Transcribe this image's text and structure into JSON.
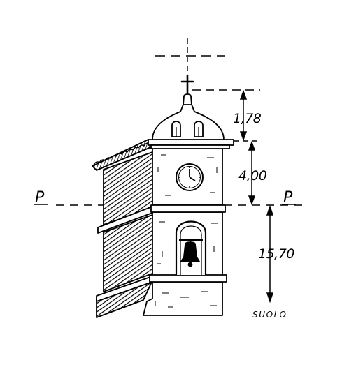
{
  "drawing": {
    "plane_label_left": "P",
    "plane_label_right": "P",
    "ground_label": "SUOLO",
    "dimensions": {
      "cupola_height": "1,78",
      "upper_storey_height": "4,00",
      "plane_above_ground": "15,70"
    }
  },
  "colors": {
    "ink": "#000000",
    "paper": "#ffffff"
  },
  "icons": {
    "finial": "cross-icon",
    "clock": "clock-icon",
    "bell": "bell-icon"
  }
}
